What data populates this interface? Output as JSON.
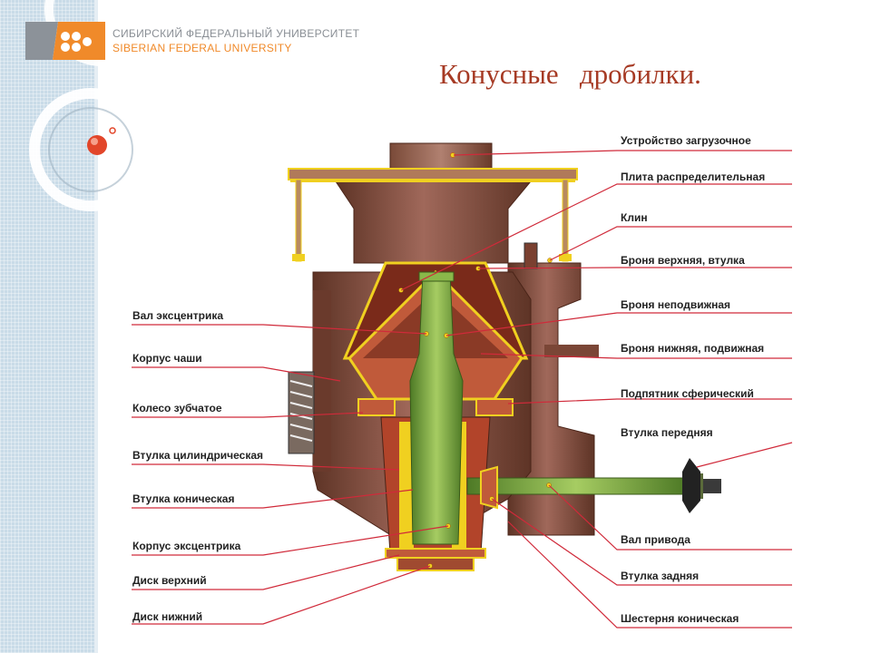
{
  "header": {
    "university_ru": "СИБИРСКИЙ ФЕДЕРАЛЬНЫЙ УНИВЕРСИТЕТ",
    "university_en": "SIBERIAN FEDERAL UNIVERSITY"
  },
  "slide": {
    "title": "Конусные   дробилки."
  },
  "colors": {
    "title": "#a63a24",
    "body_brown": "#8a4a30",
    "frame_yellow": "#f0d020",
    "shaft_green": "#6e9a3a",
    "orange_accent": "#f08a2a",
    "sidebar": "#c9dbe8"
  },
  "labels": {
    "left": [
      "Вал эксцентрика",
      "Корпус чаши",
      "Колесо зубчатое",
      "Втулка цилиндрическая",
      "Втулка коническая",
      "Корпус эксцентрика",
      "Диск верхний",
      "Диск нижний"
    ],
    "right": [
      "Устройство загрузочное",
      "Плита распределительная",
      "Клин",
      "Броня верхняя, втулка",
      "Броня неподвижная",
      "Броня нижняя, подвижная",
      "Подпятник сферический",
      "Втулка передняя",
      "Вал привода",
      "Втулка задняя",
      "Шестерня коническая"
    ]
  }
}
